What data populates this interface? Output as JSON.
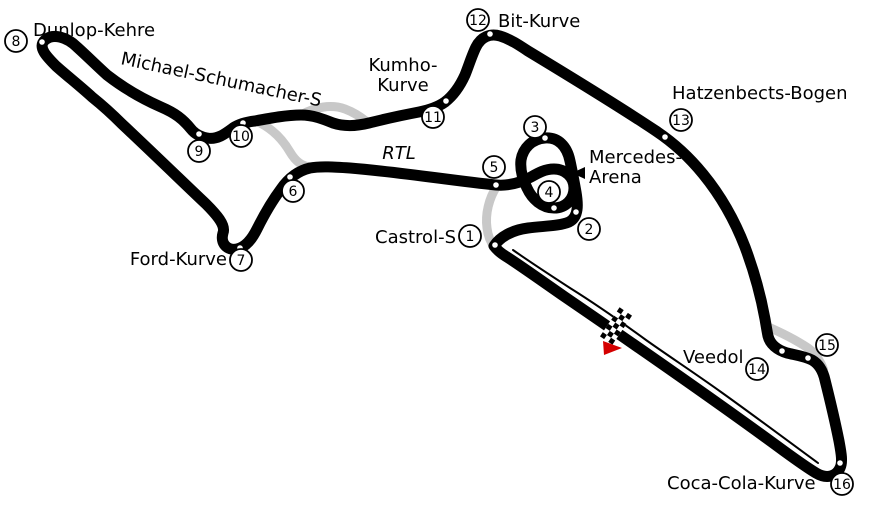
{
  "map": {
    "colors": {
      "track": "#000000",
      "alternate_route": "#c8c8c8",
      "flag_red": "#d40000",
      "background": "#ffffff"
    },
    "corner_numbers": [
      "1",
      "2",
      "3",
      "4",
      "5",
      "6",
      "7",
      "8",
      "9",
      "10",
      "11",
      "12",
      "13",
      "14",
      "15",
      "16"
    ],
    "labels": {
      "dunlop": "Dunlop-Kehre",
      "schumacher": "Michael-Schumacher-S",
      "kumho_line1": "Kumho-",
      "kumho_line2": "Kurve",
      "bit": "Bit-Kurve",
      "hatzenbach": "Hatzenbects-Bogen",
      "mercedes_line1": "Mercedes-",
      "mercedes_line2": "Arena",
      "rtl": "RTL",
      "castrol": "Castrol-S",
      "ford": "Ford-Kurve",
      "veedol": "Veedol",
      "coca_cola": "Coca-Cola-Kurve"
    }
  }
}
